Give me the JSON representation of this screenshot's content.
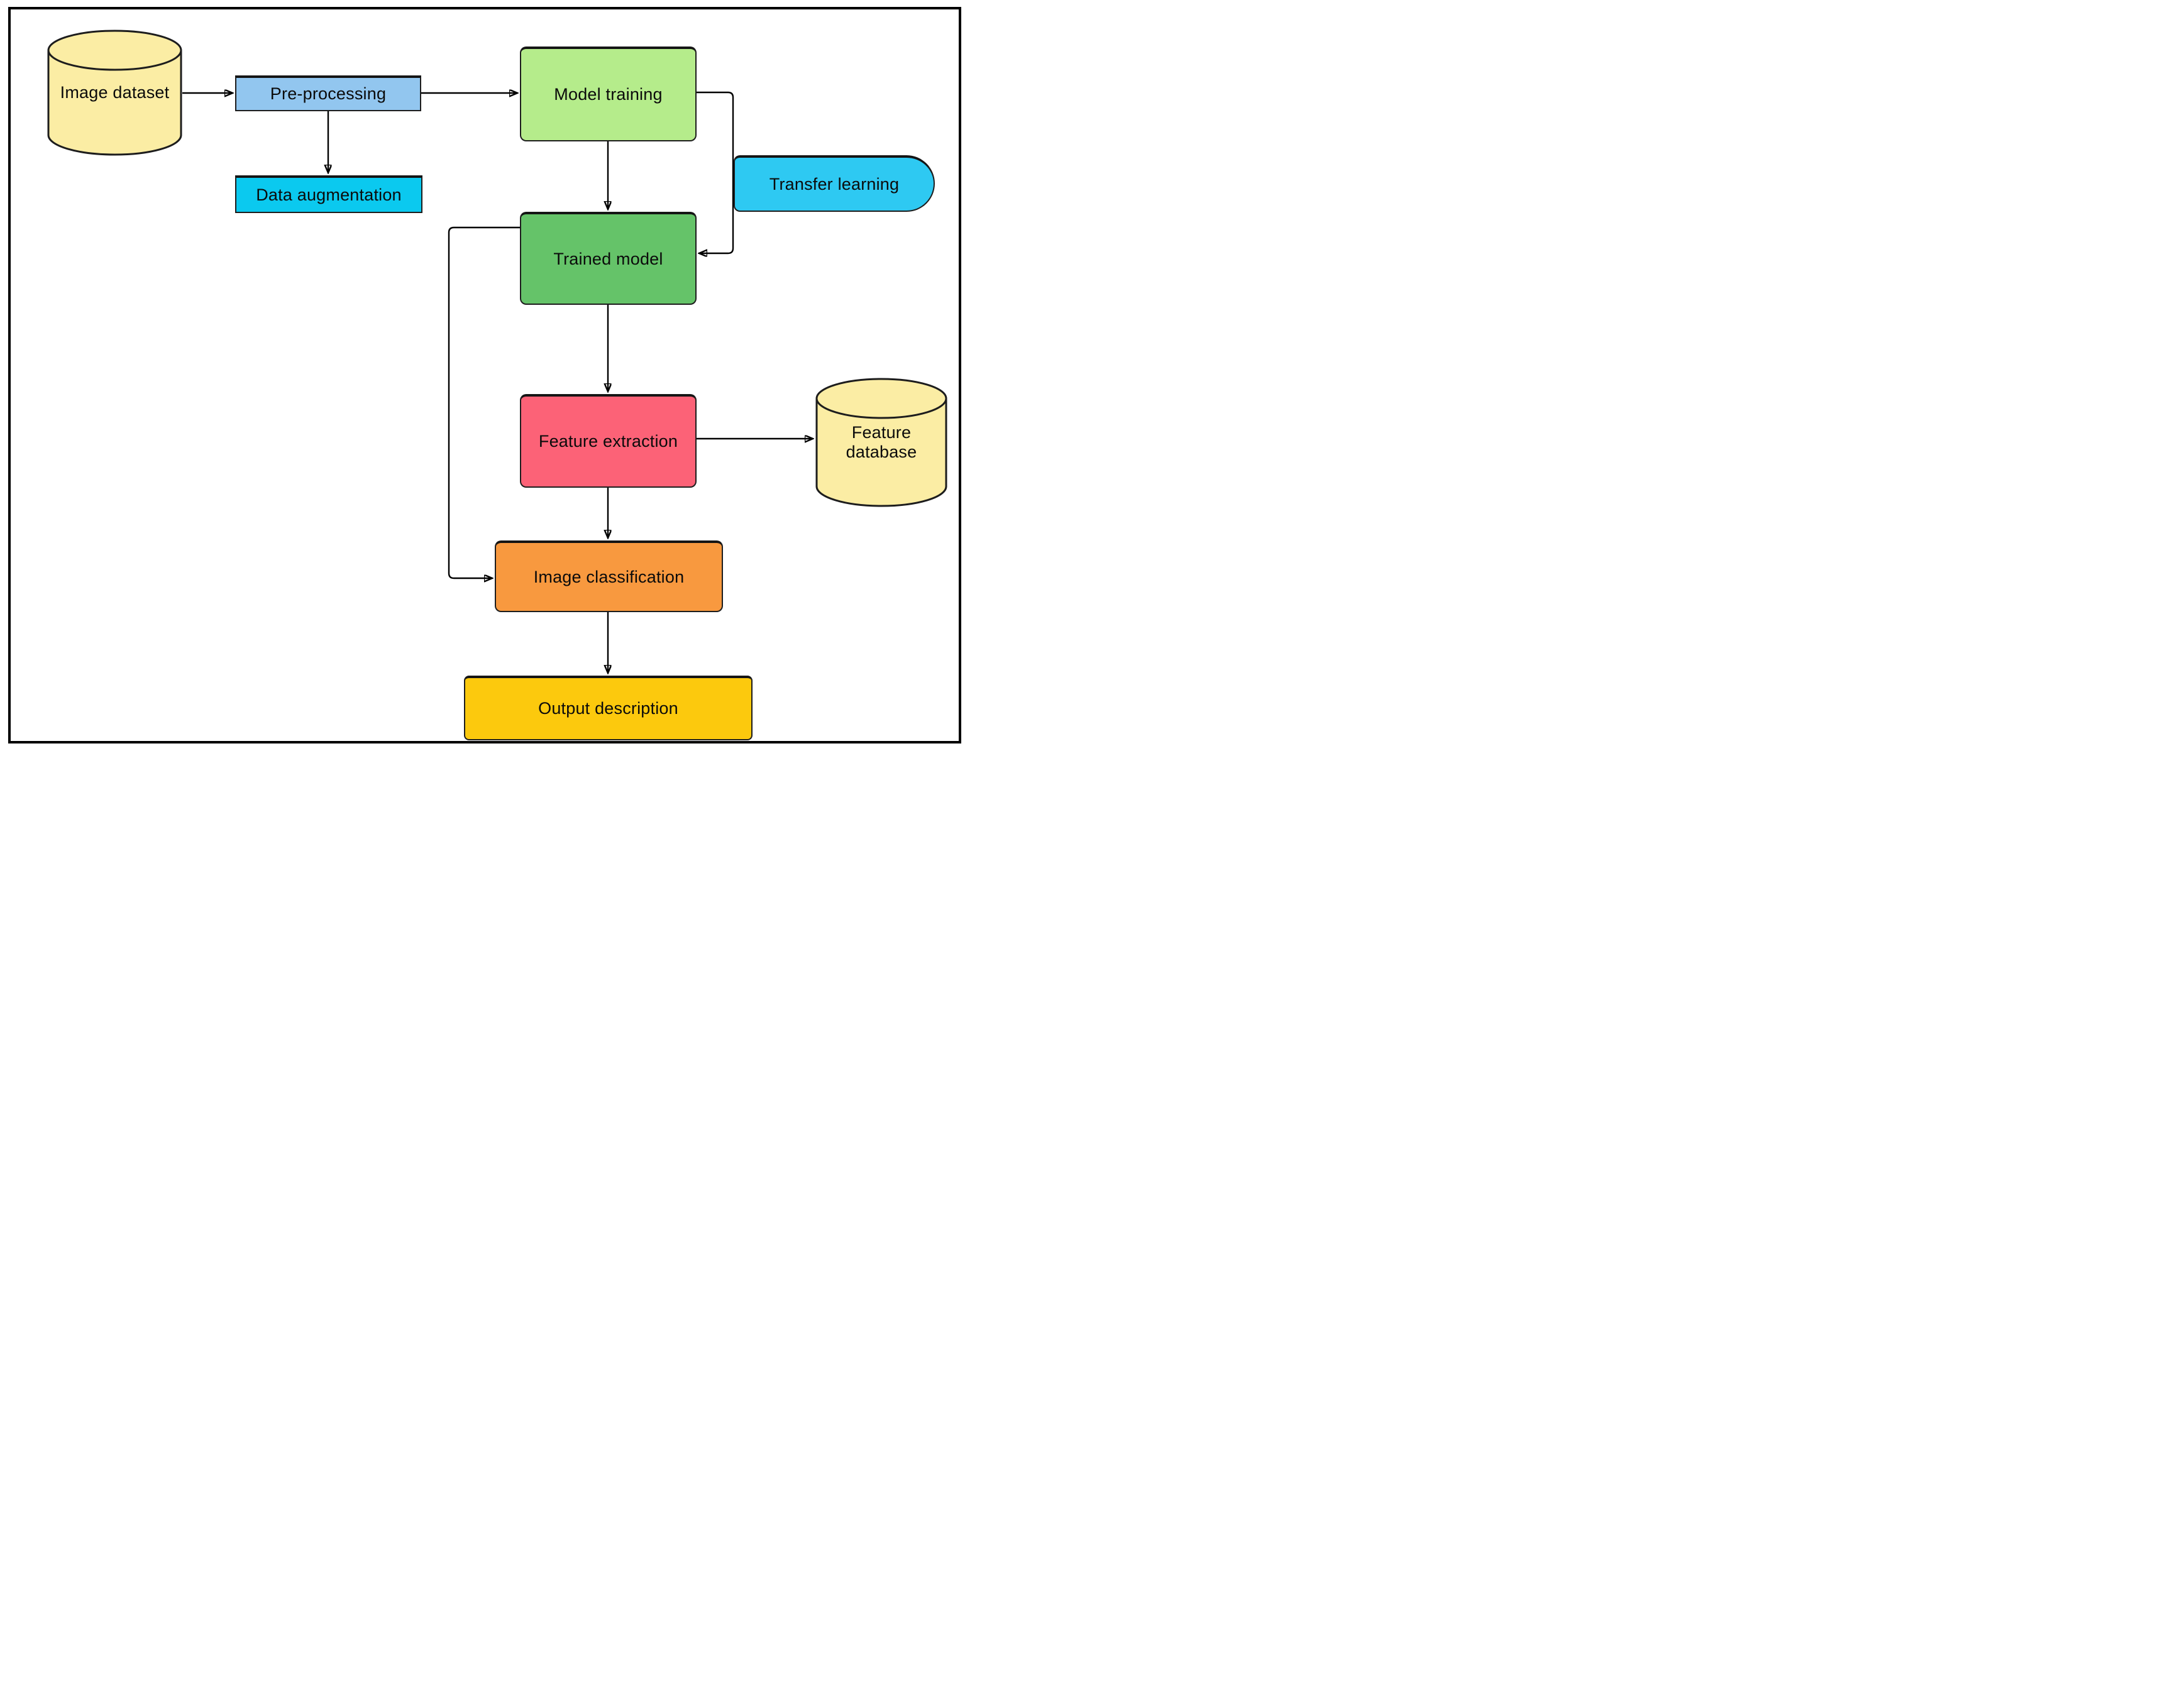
{
  "diagram": {
    "background_color": "#ffffff",
    "frame_color": "#000000",
    "arrow_color": "#000000",
    "node_border_color": "#1d1d1d",
    "text_color": "#0b0b0b",
    "nodes": {
      "image_dataset": {
        "label": "Image dataset",
        "shape": "cylinder",
        "fill": "#FBEDA4"
      },
      "pre_processing": {
        "label": "Pre-processing",
        "shape": "rectangle",
        "fill": "#92C6EF"
      },
      "data_augmentation": {
        "label": "Data augmentation",
        "shape": "rectangle",
        "fill": "#0BC9EF"
      },
      "model_training": {
        "label": "Model training",
        "shape": "rounded-rectangle",
        "fill": "#B5EC8B"
      },
      "transfer_learning": {
        "label": "Transfer learning",
        "shape": "rounded-pill-right",
        "fill": "#2EC9F2"
      },
      "trained_model": {
        "label": "Trained model",
        "shape": "rounded-rectangle",
        "fill": "#65C369"
      },
      "feature_extraction": {
        "label": "Feature extraction",
        "shape": "rounded-rectangle",
        "fill": "#FC6277"
      },
      "feature_database": {
        "label": "Feature database",
        "shape": "cylinder",
        "fill": "#FBEDA4"
      },
      "image_classification": {
        "label": "Image classification",
        "shape": "rounded-rectangle",
        "fill": "#F8993F"
      },
      "output_description": {
        "label": "Output description",
        "shape": "rounded-rectangle",
        "fill": "#FCC90D"
      }
    },
    "edges": [
      {
        "from": "Image dataset",
        "to": "Pre-processing"
      },
      {
        "from": "Pre-processing",
        "to": "Data augmentation"
      },
      {
        "from": "Pre-processing",
        "to": "Model training"
      },
      {
        "from": "Model training",
        "to": "Trained model"
      },
      {
        "from": "Model training",
        "to": "Trained model",
        "via": "Transfer learning"
      },
      {
        "from": "Transfer learning",
        "to": "Trained model"
      },
      {
        "from": "Trained model",
        "to": "Feature extraction"
      },
      {
        "from": "Trained model",
        "to": "Image classification"
      },
      {
        "from": "Feature extraction",
        "to": "Feature database"
      },
      {
        "from": "Feature extraction",
        "to": "Image classification"
      },
      {
        "from": "Image classification",
        "to": "Output description"
      }
    ]
  }
}
